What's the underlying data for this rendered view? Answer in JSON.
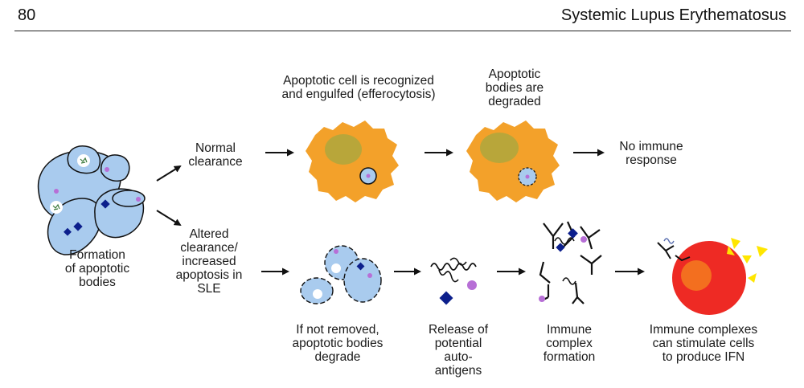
{
  "header": {
    "page_number": "80",
    "running_title": "Systemic Lupus Erythematosus"
  },
  "labels": {
    "formation": "Formation\nof apoptotic\nbodies",
    "normal_clearance": "Normal\nclearance",
    "altered_clearance": "Altered\nclearance/\nincreased\napoptosis in\nSLE",
    "recognized": "Apoptotic cell is recognized\nand engulfed (efferocytosis)",
    "degraded": "Apoptotic\nbodies are\ndegraded",
    "no_response": "No immune\nresponse",
    "not_removed": "If not removed,\napoptotic bodies\ndegrade",
    "release": "Release of\npotential\nauto-\nantigens",
    "immune_complex": "Immune\ncomplex\nformation",
    "stimulate": "Immune complexes\ncan stimulate cells\nto produce IFN"
  },
  "colors": {
    "apoptotic_body": "#a9cbee",
    "macrophage": "#f3a12a",
    "macrophage_nucleus": "#b8a63a",
    "autoantigen_diamond": "#0c1f8c",
    "autoantigen_dot": "#b76fd6",
    "stimulated_cell": "#ee2a24",
    "stimulated_nucleus": "#f36f1f",
    "ifn": "#ffe600"
  }
}
